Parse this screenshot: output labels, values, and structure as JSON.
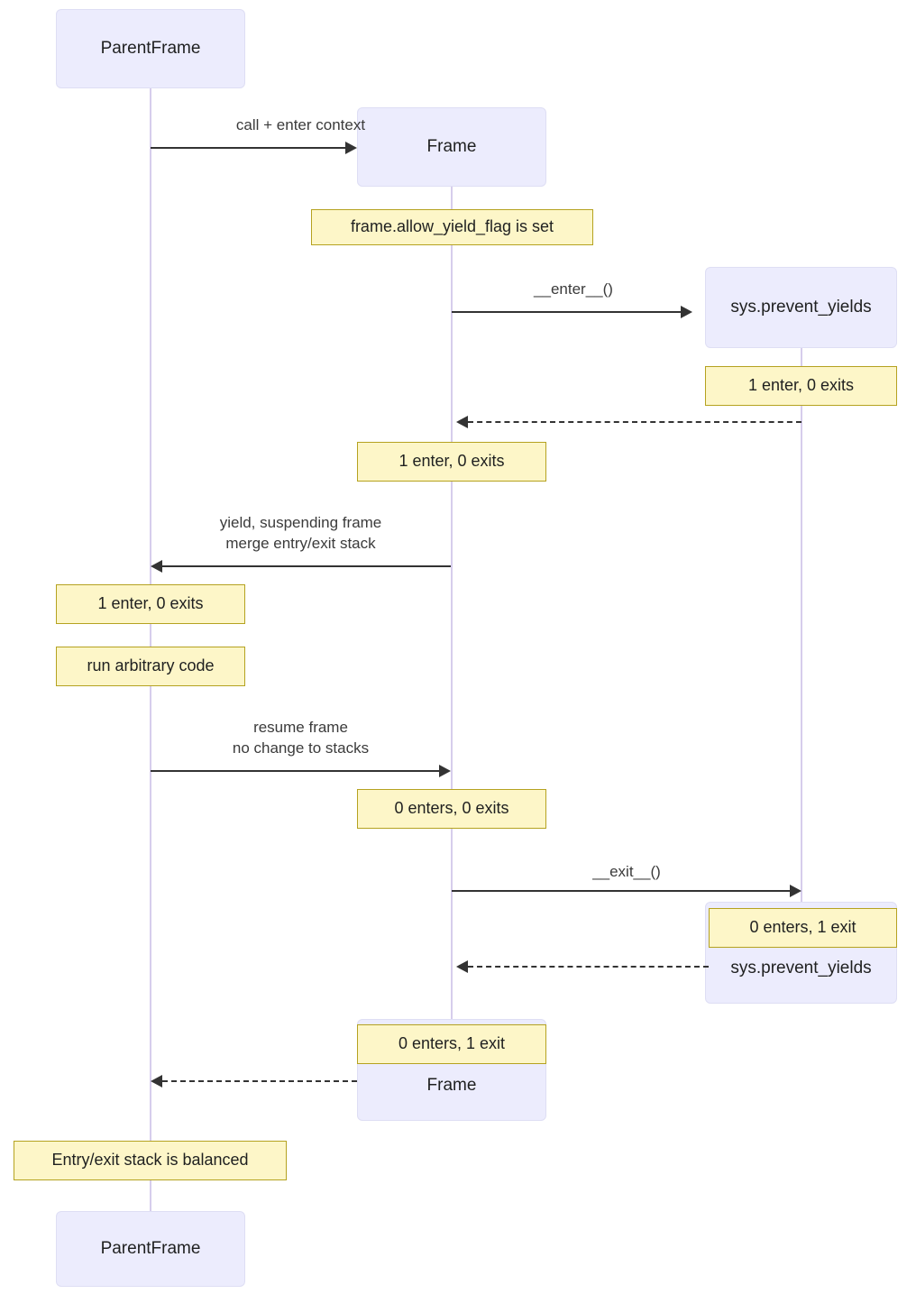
{
  "diagram": {
    "type": "sequence-diagram",
    "title": "Frame yield / prevent_yields entry-exit stack sequence",
    "colors": {
      "actor_fill": "#ececfd",
      "actor_border": "#dedef4",
      "note_fill": "#fdf6c8",
      "note_border": "#b5a220",
      "lifeline": "#d6cdec",
      "arrow": "#333333",
      "text": "#1f2020",
      "background": "#ffffff"
    },
    "participants": [
      {
        "id": "parentframe",
        "label": "ParentFrame"
      },
      {
        "id": "frame",
        "label": "Frame"
      },
      {
        "id": "sys",
        "label": "sys.prevent_yields"
      }
    ],
    "actor_boxes": [
      {
        "id": "parentframe-top",
        "label": "ParentFrame"
      },
      {
        "id": "frame-top",
        "label": "Frame"
      },
      {
        "id": "sys-top",
        "label": "sys.prevent_yields"
      },
      {
        "id": "sys-bottom",
        "label": "sys.prevent_yields"
      },
      {
        "id": "frame-bottom",
        "label": "Frame"
      },
      {
        "id": "parentframe-bottom",
        "label": "ParentFrame"
      }
    ],
    "messages": [
      {
        "id": "m1",
        "label": "call + enter context",
        "from": "parentframe",
        "to": "frame",
        "style": "solid"
      },
      {
        "id": "m2",
        "label": "__enter__()",
        "from": "frame",
        "to": "sys",
        "style": "solid"
      },
      {
        "id": "m3",
        "label": "",
        "from": "sys",
        "to": "frame",
        "style": "dashed"
      },
      {
        "id": "m4",
        "label": "yield, suspending frame\nmerge entry/exit stack",
        "from": "frame",
        "to": "parentframe",
        "style": "solid"
      },
      {
        "id": "m5",
        "label": "resume frame\nno change to stacks",
        "from": "parentframe",
        "to": "frame",
        "style": "solid"
      },
      {
        "id": "m6",
        "label": "__exit__()",
        "from": "frame",
        "to": "sys",
        "style": "solid"
      },
      {
        "id": "m7",
        "label": "",
        "from": "sys",
        "to": "frame",
        "style": "dashed"
      },
      {
        "id": "m8",
        "label": "",
        "from": "frame",
        "to": "parentframe",
        "style": "dashed"
      }
    ],
    "notes": [
      {
        "id": "n1",
        "over": "frame",
        "text": "frame.allow_yield_flag is set"
      },
      {
        "id": "n2",
        "over": "sys",
        "text": "1 enter, 0 exits"
      },
      {
        "id": "n3",
        "over": "frame",
        "text": "1 enter, 0 exits"
      },
      {
        "id": "n4",
        "over": "parentframe",
        "text": "1 enter, 0 exits"
      },
      {
        "id": "n5",
        "over": "parentframe",
        "text": "run arbitrary code"
      },
      {
        "id": "n6",
        "over": "frame",
        "text": "0 enters, 0 exits"
      },
      {
        "id": "n7",
        "over": "sys",
        "text": "0 enters, 1 exit"
      },
      {
        "id": "n8",
        "over": "frame",
        "text": "0 enters, 1 exit"
      },
      {
        "id": "n9",
        "over": "parentframe",
        "text": "Entry/exit stack is balanced"
      }
    ]
  }
}
